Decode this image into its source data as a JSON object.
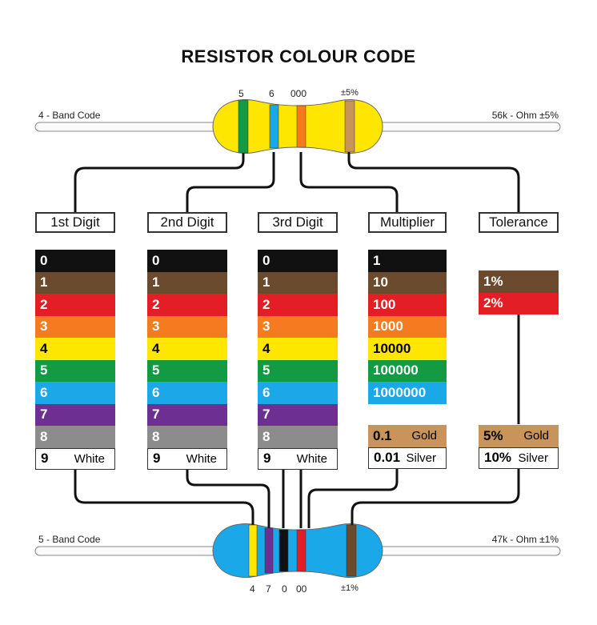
{
  "title": "RESISTOR COLOUR CODE",
  "top_resistor": {
    "code_label": "4 - Band Code",
    "value_label": "56k - Ohm ±5%",
    "band_digits": [
      "5",
      "6",
      "000",
      "±5%"
    ],
    "band_colors": [
      "#139b43",
      "#1ba8e8",
      "#f47b20",
      "#c8945a"
    ]
  },
  "bottom_resistor": {
    "code_label": "5 - Band Code",
    "value_label": "47k - Ohm ±1%",
    "band_digits": [
      "4",
      "7",
      "0",
      "00",
      "±1%"
    ],
    "band_colors": [
      "#ffe600",
      "#6d2f91",
      "#111111",
      "#e31e24",
      "#6b4a2e"
    ]
  },
  "columns": {
    "first_digit": {
      "header": "1st Digit",
      "rows": [
        {
          "digit": "0",
          "text": "",
          "color": "#111111",
          "text_color": "light"
        },
        {
          "digit": "1",
          "text": "",
          "color": "#6b4a2e",
          "text_color": "light"
        },
        {
          "digit": "2",
          "text": "",
          "color": "#e31e24",
          "text_color": "light"
        },
        {
          "digit": "3",
          "text": "",
          "color": "#f47b20",
          "text_color": "light"
        },
        {
          "digit": "4",
          "text": "",
          "color": "#ffe600",
          "text_color": "dark"
        },
        {
          "digit": "5",
          "text": "",
          "color": "#139b43",
          "text_color": "light"
        },
        {
          "digit": "6",
          "text": "",
          "color": "#1ba8e8",
          "text_color": "light"
        },
        {
          "digit": "7",
          "text": "",
          "color": "#6d2f91",
          "text_color": "light"
        },
        {
          "digit": "8",
          "text": "",
          "color": "#8c8c8c",
          "text_color": "light"
        },
        {
          "digit": "9",
          "text": "White",
          "color": "#ffffff",
          "text_color": "dark"
        }
      ]
    },
    "second_digit": {
      "header": "2nd Digit",
      "rows": [
        {
          "digit": "0",
          "text": "",
          "color": "#111111",
          "text_color": "light"
        },
        {
          "digit": "1",
          "text": "",
          "color": "#6b4a2e",
          "text_color": "light"
        },
        {
          "digit": "2",
          "text": "",
          "color": "#e31e24",
          "text_color": "light"
        },
        {
          "digit": "3",
          "text": "",
          "color": "#f47b20",
          "text_color": "light"
        },
        {
          "digit": "4",
          "text": "",
          "color": "#ffe600",
          "text_color": "dark"
        },
        {
          "digit": "5",
          "text": "",
          "color": "#139b43",
          "text_color": "light"
        },
        {
          "digit": "6",
          "text": "",
          "color": "#1ba8e8",
          "text_color": "light"
        },
        {
          "digit": "7",
          "text": "",
          "color": "#6d2f91",
          "text_color": "light"
        },
        {
          "digit": "8",
          "text": "",
          "color": "#8c8c8c",
          "text_color": "light"
        },
        {
          "digit": "9",
          "text": "White",
          "color": "#ffffff",
          "text_color": "dark"
        }
      ]
    },
    "third_digit": {
      "header": "3rd Digit",
      "rows": [
        {
          "digit": "0",
          "text": "",
          "color": "#111111",
          "text_color": "light"
        },
        {
          "digit": "1",
          "text": "",
          "color": "#6b4a2e",
          "text_color": "light"
        },
        {
          "digit": "2",
          "text": "",
          "color": "#e31e24",
          "text_color": "light"
        },
        {
          "digit": "3",
          "text": "",
          "color": "#f47b20",
          "text_color": "light"
        },
        {
          "digit": "4",
          "text": "",
          "color": "#ffe600",
          "text_color": "dark"
        },
        {
          "digit": "5",
          "text": "",
          "color": "#139b43",
          "text_color": "light"
        },
        {
          "digit": "6",
          "text": "",
          "color": "#1ba8e8",
          "text_color": "light"
        },
        {
          "digit": "7",
          "text": "",
          "color": "#6d2f91",
          "text_color": "light"
        },
        {
          "digit": "8",
          "text": "",
          "color": "#8c8c8c",
          "text_color": "light"
        },
        {
          "digit": "9",
          "text": "White",
          "color": "#ffffff",
          "text_color": "dark"
        }
      ]
    },
    "multiplier": {
      "header": "Multiplier",
      "rows": [
        {
          "digit": "1",
          "text": "",
          "color": "#111111",
          "text_color": "light"
        },
        {
          "digit": "10",
          "text": "",
          "color": "#6b4a2e",
          "text_color": "light"
        },
        {
          "digit": "100",
          "text": "",
          "color": "#e31e24",
          "text_color": "light"
        },
        {
          "digit": "1000",
          "text": "",
          "color": "#f47b20",
          "text_color": "light"
        },
        {
          "digit": "10000",
          "text": "",
          "color": "#ffe600",
          "text_color": "dark"
        },
        {
          "digit": "100000",
          "text": "",
          "color": "#139b43",
          "text_color": "light"
        },
        {
          "digit": "1000000",
          "text": "",
          "color": "#1ba8e8",
          "text_color": "light"
        }
      ],
      "special_rows": [
        {
          "digit": "0.1",
          "text": "Gold",
          "color": "#c8945a",
          "text_color": "dark"
        },
        {
          "digit": "0.01",
          "text": "Silver",
          "color": "#ffffff",
          "text_color": "dark"
        }
      ]
    },
    "tolerance": {
      "header": "Tolerance",
      "rows": [
        {
          "digit": "1%",
          "text": "",
          "color": "#6b4a2e",
          "text_color": "light"
        },
        {
          "digit": "2%",
          "text": "",
          "color": "#e31e24",
          "text_color": "light"
        }
      ],
      "special_rows": [
        {
          "digit": "5%",
          "text": "Gold",
          "color": "#c8945a",
          "text_color": "dark"
        },
        {
          "digit": "10%",
          "text": "Silver",
          "color": "#ffffff",
          "text_color": "dark"
        }
      ]
    }
  }
}
